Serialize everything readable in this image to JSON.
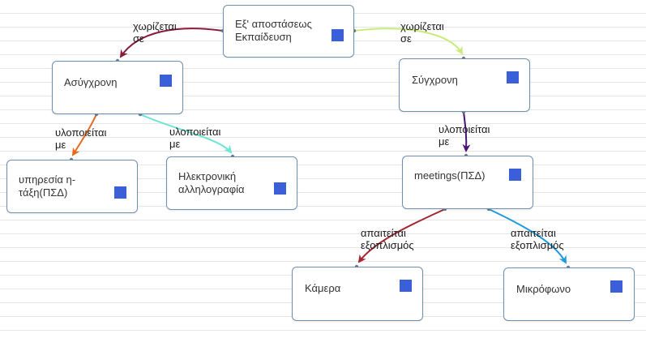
{
  "nodes": {
    "root": {
      "text": "Εξ' αποστάσεως\nΕκπαίδευση"
    },
    "async": {
      "text": "Ασύγχρονη"
    },
    "sync": {
      "text": "Σύγχρονη"
    },
    "etaxi": {
      "text": "υπηρεσία η-\nτάξη(ΠΣΔ)"
    },
    "email": {
      "text": "Ηλεκτρονική\nαλληλογραφία"
    },
    "meetings": {
      "text": "meetings(ΠΣΔ)"
    },
    "camera": {
      "text": "Κάμερα"
    },
    "mic": {
      "text": "Μικρόφωνο"
    }
  },
  "edges": {
    "root_async": {
      "label": "χωρίζεται\nσε",
      "color": "#8b1a3a"
    },
    "root_sync": {
      "label": "χωρίζεται\nσε",
      "color": "#c8ec7a"
    },
    "async_etaxi": {
      "label": "υλοποιείται\nμε",
      "color": "#e8691c"
    },
    "async_email": {
      "label": "υλοποιείται\nμε",
      "color": "#6ee4d2"
    },
    "sync_meetings": {
      "label": "υλοποιείται\nμε",
      "color": "#4b1278"
    },
    "meetings_camera": {
      "label": "απαιτείται\nεξοπλισμός",
      "color": "#a32530"
    },
    "meetings_mic": {
      "label": "απαιτείται\nεξοπλισμός",
      "color": "#1e9ae0"
    }
  },
  "colors": {
    "node_square": "#3a5fd8",
    "node_border": "#6f8fb0",
    "connector_dot": "#6b7b8c"
  }
}
